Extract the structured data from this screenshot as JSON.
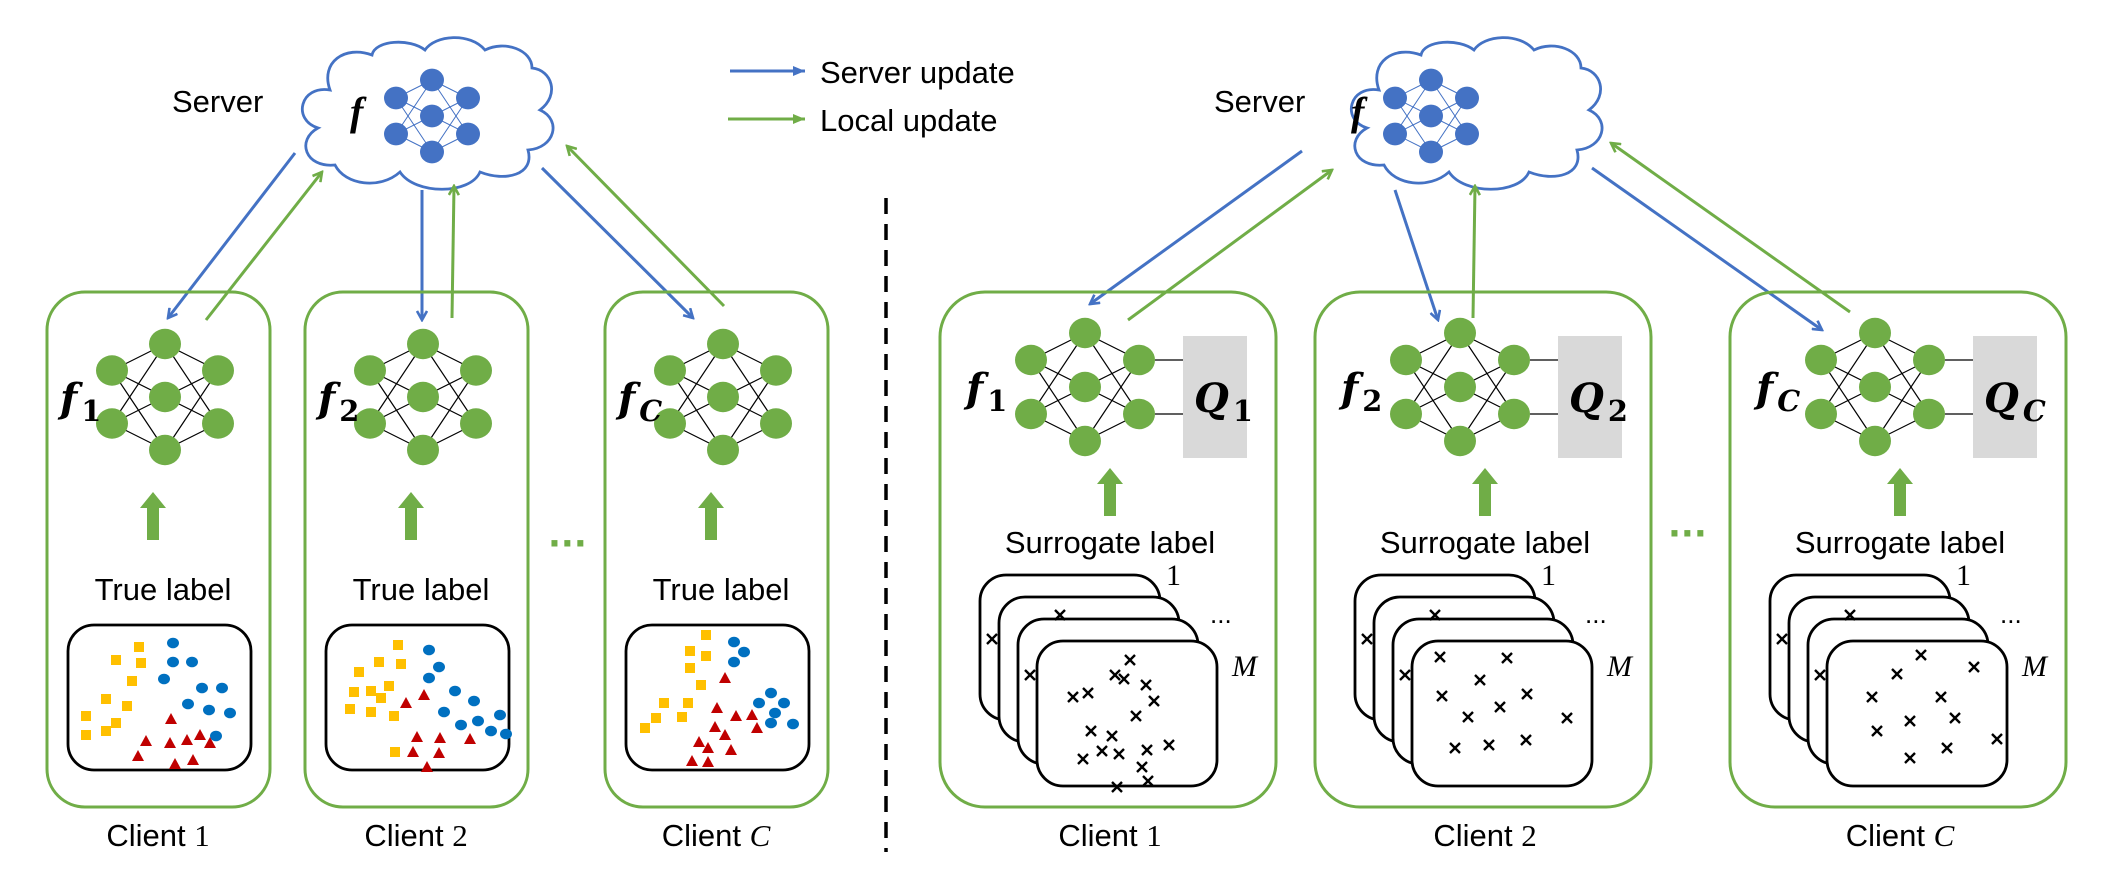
{
  "colors": {
    "server_blue": "#4472C4",
    "local_green": "#70AD47",
    "square_yellow": "#FFC000",
    "circle_blue": "#0070C0",
    "triangle_red": "#C00000",
    "q_box_gray": "#D9D9D9"
  },
  "legend": {
    "server_update": "Server update",
    "local_update": "Local update"
  },
  "left_panel": {
    "server_label": "Server",
    "server_model": "f",
    "ellipsis": "···",
    "clients": [
      {
        "model": "f",
        "model_sub": "1",
        "data_label": "True label",
        "name": "Client",
        "index": "1",
        "index_italic": false
      },
      {
        "model": "f",
        "model_sub": "2",
        "data_label": "True label",
        "name": "Client",
        "index": "2",
        "index_italic": false
      },
      {
        "model": "f",
        "model_sub": "C",
        "data_label": "True label",
        "name": "Client",
        "index": "C",
        "index_italic": true
      }
    ]
  },
  "right_panel": {
    "server_label": "Server",
    "server_model": "f",
    "ellipsis": "···",
    "stack_first": "1",
    "stack_dots": "...",
    "stack_last": "M",
    "clients": [
      {
        "model": "f",
        "model_sub": "1",
        "head": "Q",
        "head_sub": "1",
        "data_label": "Surrogate label",
        "name": "Client",
        "index": "1",
        "index_italic": false
      },
      {
        "model": "f",
        "model_sub": "2",
        "head": "Q",
        "head_sub": "2",
        "data_label": "Surrogate label",
        "name": "Client",
        "index": "2",
        "index_italic": false
      },
      {
        "model": "f",
        "model_sub": "C",
        "head": "Q",
        "head_sub": "C",
        "data_label": "Surrogate label",
        "name": "Client",
        "index": "C",
        "index_italic": true
      }
    ]
  }
}
